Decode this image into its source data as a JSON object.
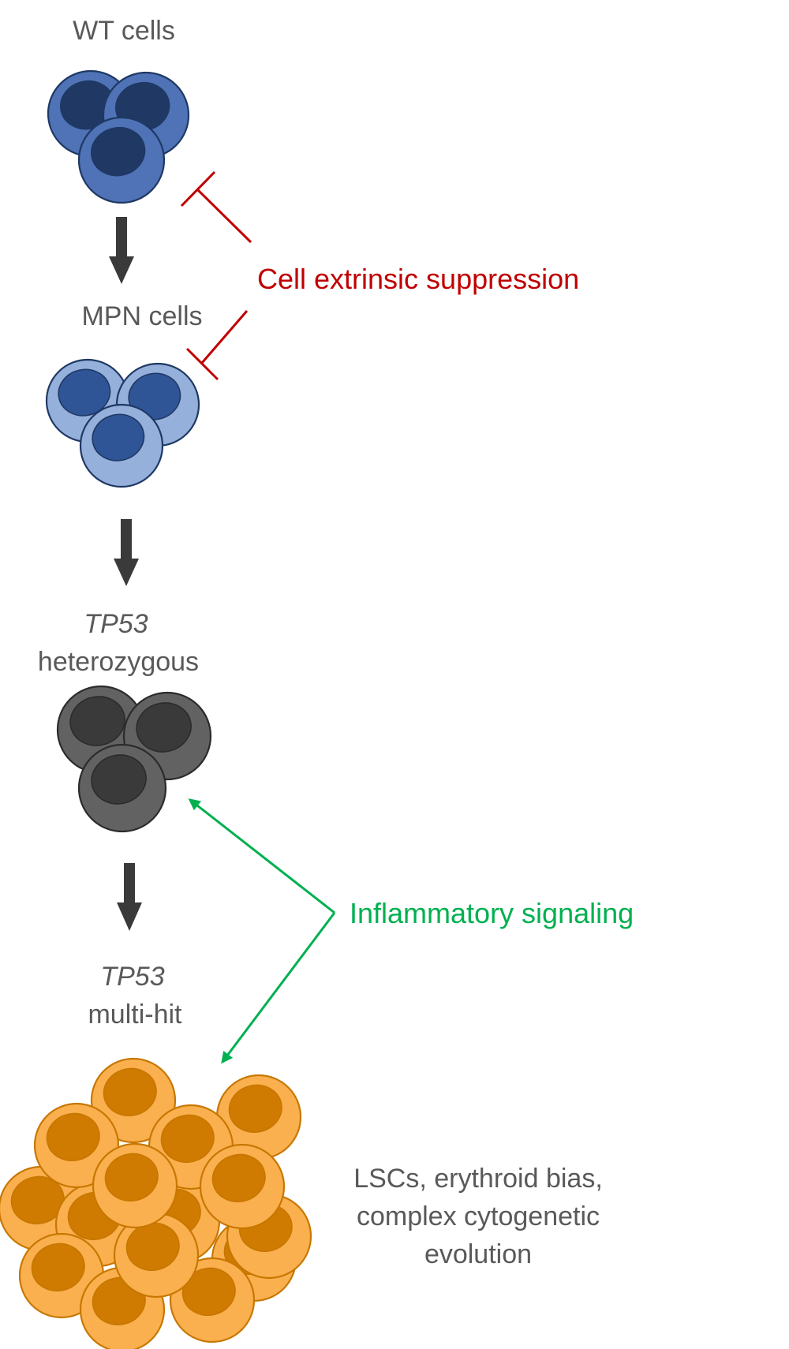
{
  "diagram": {
    "stages": [
      {
        "title_italic": "",
        "title": "WT cells",
        "cell_type": "wt"
      },
      {
        "title_italic": "",
        "title": "MPN cells",
        "cell_type": "mpn"
      },
      {
        "title_italic": "TP53",
        "title": "heterozygous",
        "cell_type": "tp53-het"
      },
      {
        "title_italic": "TP53",
        "title": "multi-hit",
        "cell_type": "tp53-multi"
      }
    ],
    "annotations": {
      "suppression": "Cell extrinsic suppression",
      "inflammation": "Inflammatory signaling",
      "outcome_lines": [
        "LSCs, erythroid bias,",
        "complex cytogenetic",
        "evolution"
      ]
    },
    "colors": {
      "wt_cell": "#4f73b6",
      "wt_nucleus": "#1f3864",
      "mpn_cell": "#95b0da",
      "mpn_nucleus": "#2f5597",
      "het_cell": "#626262",
      "het_nucleus": "#3a3a3a",
      "multi_cell": "#fbb04f",
      "multi_nucleus": "#cf7a00",
      "suppression": "#c00000",
      "inflammation": "#00b050",
      "arrow": "#3a3a3a",
      "text": "#595959"
    }
  }
}
